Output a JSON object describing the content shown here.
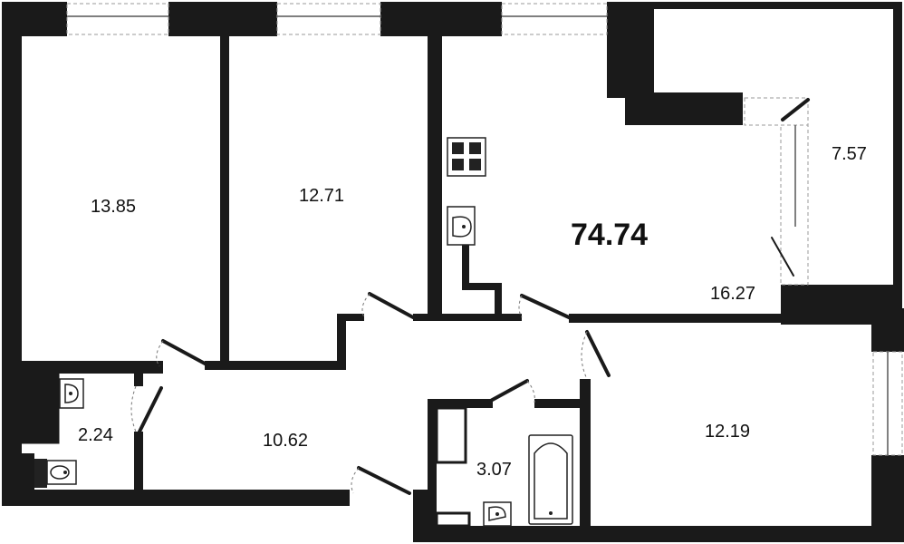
{
  "plan": {
    "total_area": "74.74",
    "rooms": [
      {
        "id": "bedroom-left",
        "area": "13.85"
      },
      {
        "id": "bedroom-middle",
        "area": "12.71"
      },
      {
        "id": "living-kitchen",
        "area": "16.27"
      },
      {
        "id": "balcony",
        "area": "7.57"
      },
      {
        "id": "toilet",
        "area": "2.24"
      },
      {
        "id": "hallway",
        "area": "10.62"
      },
      {
        "id": "bathroom",
        "area": "3.07"
      },
      {
        "id": "bedroom-right",
        "area": "12.19"
      }
    ]
  },
  "colors": {
    "wall": "#1a1a1a",
    "background": "#ffffff"
  }
}
